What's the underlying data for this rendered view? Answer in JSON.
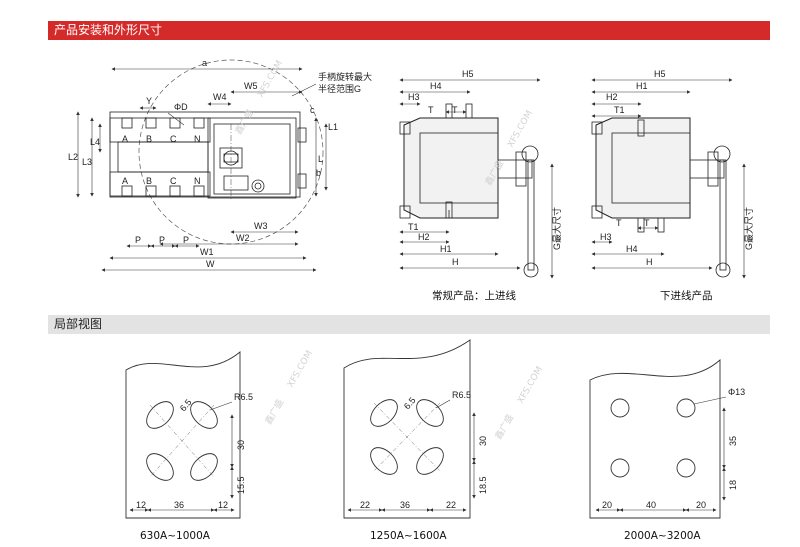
{
  "sections": {
    "install": "产品安装和外形尺寸",
    "partial": "局部视图"
  },
  "front_view": {
    "dims": [
      "a",
      "W5",
      "W4",
      "ΦD",
      "Y",
      "L4",
      "L2",
      "L3",
      "L1",
      "L",
      "b",
      "c",
      "W3",
      "W2",
      "W1",
      "W",
      "P"
    ],
    "terminals": [
      "A",
      "B",
      "C",
      "N"
    ],
    "note_line1": "手柄旋转最大",
    "note_line2": "半径范围G"
  },
  "side_views": {
    "dims": [
      "H5",
      "H4",
      "H3",
      "T",
      "H1",
      "H2",
      "T1",
      "H",
      "G最大尺寸"
    ],
    "caption_top": "常规产品：上进线",
    "caption_bottom": "下进线产品"
  },
  "details": [
    {
      "range": "630A~1000A",
      "dims": [
        "12",
        "36",
        "12",
        "30",
        "15.5",
        "6.5",
        "R6.5"
      ]
    },
    {
      "range": "1250A~1600A",
      "dims": [
        "22",
        "36",
        "22",
        "30",
        "18.5",
        "6.5",
        "R6.5"
      ]
    },
    {
      "range": "2000A~3200A",
      "dims": [
        "20",
        "40",
        "20",
        "35",
        "18",
        "Φ13"
      ]
    }
  ],
  "watermark": {
    "text": "鑫广盛",
    "sub": "XFS.COM"
  }
}
